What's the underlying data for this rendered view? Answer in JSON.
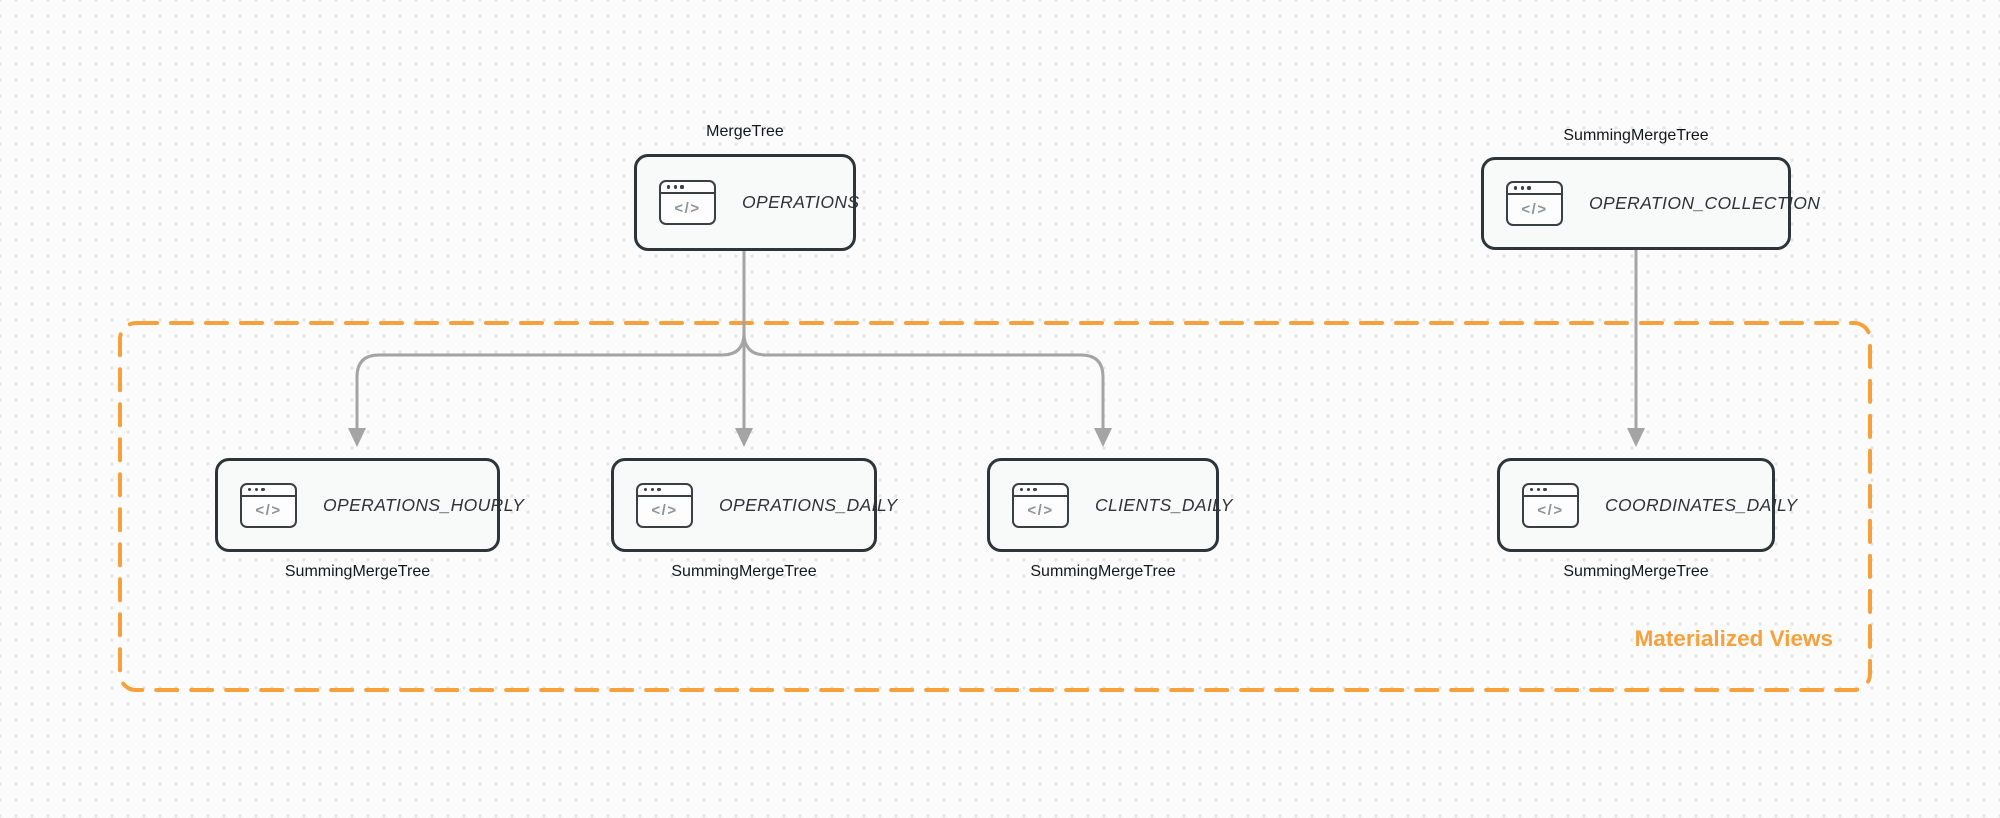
{
  "canvas": {
    "background_color": "#FBFBFB",
    "dot_color": "#E5E5E5"
  },
  "icons": {
    "code_window_glyph": "</>"
  },
  "group": {
    "label": "Materialized Views",
    "border_color": "#F6A13C",
    "label_color": "#F6A13C",
    "border_style": "dashed"
  },
  "colors": {
    "node_fill": "#F8F9F9",
    "node_border": "#2F3438",
    "node_text": "#2E3338",
    "engine_text": "#141619",
    "arrow": "#A4A4A4"
  },
  "nodes": [
    {
      "table": "OPERATIONS",
      "engine": "MergeTree",
      "engine_position": "above"
    },
    {
      "table": "OPERATION_COLLECTION",
      "engine": "SummingMergeTree",
      "engine_position": "above"
    },
    {
      "table": "OPERATIONS_HOURLY",
      "engine": "SummingMergeTree",
      "engine_position": "below"
    },
    {
      "table": "OPERATIONS_DAILY",
      "engine": "SummingMergeTree",
      "engine_position": "below"
    },
    {
      "table": "CLIENTS_DAILY",
      "engine": "SummingMergeTree",
      "engine_position": "below"
    },
    {
      "table": "COORDINATES_DAILY",
      "engine": "SummingMergeTree",
      "engine_position": "below"
    }
  ],
  "edges": [
    {
      "from": "OPERATIONS",
      "to": "OPERATIONS_HOURLY"
    },
    {
      "from": "OPERATIONS",
      "to": "OPERATIONS_DAILY"
    },
    {
      "from": "OPERATIONS",
      "to": "CLIENTS_DAILY"
    },
    {
      "from": "OPERATION_COLLECTION",
      "to": "COORDINATES_DAILY"
    }
  ]
}
